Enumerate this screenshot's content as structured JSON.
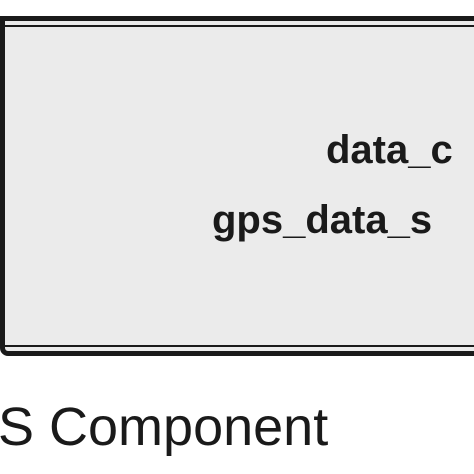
{
  "component": {
    "ports": {
      "data_out_label": "data_c",
      "gps_data_label": "gps_data_s"
    },
    "name_label": "S Component"
  },
  "colors": {
    "box_fill": "#ebebeb",
    "border": "#1a1a1a",
    "text": "#1a1a1a",
    "background": "#ffffff"
  }
}
